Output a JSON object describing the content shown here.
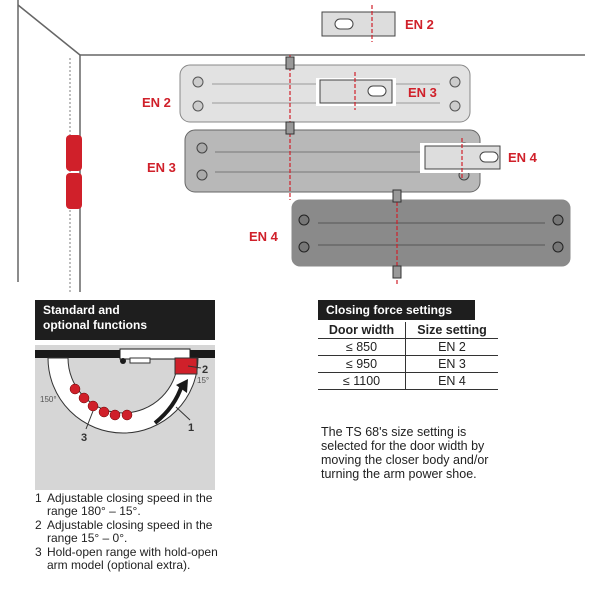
{
  "diagram": {
    "labels": {
      "en2_plate": "EN 2",
      "en2_body": "EN 2",
      "en3_plate": "EN 3",
      "en3_body": "EN 3",
      "en4_plate": "EN 4",
      "en4_body": "EN 4"
    }
  },
  "functions": {
    "title_line1": "Standard and",
    "title_line2": "optional functions",
    "diagram_labels": {
      "angle_150": "150°",
      "angle_15": "15°",
      "n1": "1",
      "n2": "2",
      "n3": "3"
    },
    "items": [
      {
        "num": "1",
        "text": "Adjustable closing speed in the range 180° – 15°."
      },
      {
        "num": "2",
        "text": "Adjustable closing speed in the range 15° – 0°."
      },
      {
        "num": "3",
        "text": "Hold-open range with hold-open arm model (optional extra)."
      }
    ]
  },
  "closing_force": {
    "title": "Closing force settings",
    "headers": [
      "Door width",
      "Size setting"
    ],
    "rows": [
      [
        "≤ 850",
        "EN 2"
      ],
      [
        "≤ 950",
        "EN 3"
      ],
      [
        "≤ 1100",
        "EN 4"
      ]
    ],
    "description": "The TS 68's size setting is selected for the door width by moving the closer body and/or turning the arm power shoe."
  },
  "colors": {
    "red": "#d0202a",
    "header": "#1e1e1e"
  }
}
